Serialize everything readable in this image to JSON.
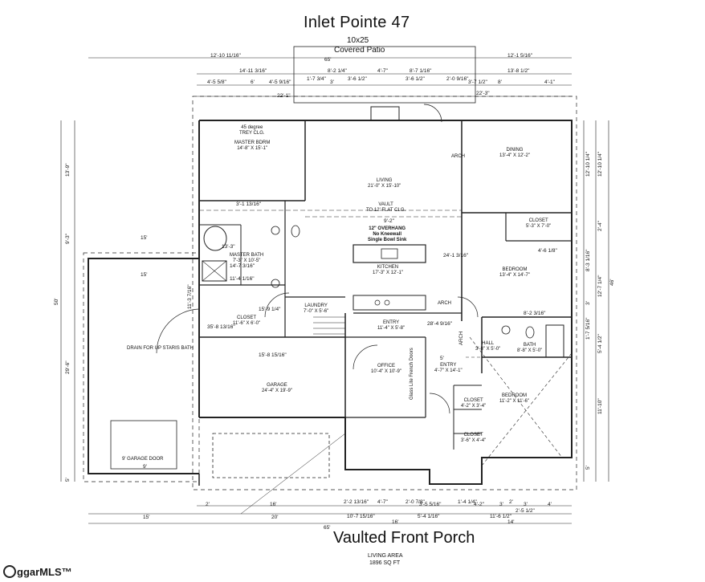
{
  "header": {
    "title": "Inlet Pointe 47",
    "patio_size": "10x25",
    "patio_label": "Covered Patio"
  },
  "footer": {
    "porch_label": "Vaulted Front Porch",
    "living_area_label": "LIVING AREA",
    "living_area_value": "1896 SQ FT",
    "logo_text": "ggarMLS™"
  },
  "rooms": {
    "master_bdrm": "MASTER BDRM",
    "master_bdrm_size": "14'-8\" X 15'-1\"",
    "trey": "45 degree",
    "trey2": "TREY CLG.",
    "living": "LIVING",
    "living_size": "21'-0\" X 15'-10\"",
    "vault": "VAULT",
    "vault2": "TO 12' FLAT CLG.",
    "dining": "DINING",
    "dining_size": "13'-4\" X 12'-2\"",
    "overhang1": "12\" OVERHANG",
    "overhang2": "No Kneewall",
    "overhang3": "Single Bowl Sink",
    "kitchen": "KITCHEN",
    "kitchen_size": "17'-3\" X 12'-1\"",
    "master_bath": "MASTER BATH",
    "master_bath_size": "7'-3\" X 10'-5\"",
    "closet_master": "CLOSET",
    "closet_master_size": "11'-6\" X 6'-0\"",
    "laundry": "LAUNDRY",
    "laundry_size": "7'-0\" X 5'-6\"",
    "entry1": "ENTRY",
    "entry1_size": "11'-4\" X 5'-8\"",
    "arch1": "ARCH",
    "arch2": "ARCH",
    "arch3": "ARCH",
    "closet_bed": "CLOSET",
    "closet_bed_size": "5'-3\" X 7'-0\"",
    "bedroom1": "BEDROOM",
    "bedroom1_size": "13'-4\" X 14'-7\"",
    "hall": "HALL",
    "hall_size": "3'-8\" X 5'-0\"",
    "bath": "BATH",
    "bath_size": "8'-8\" X 5'-0\"",
    "drain": "DRAIN FOR UP STARIS BATH",
    "garage": "GARAGE",
    "garage_size": "24'-4\" X 19'-9\"",
    "garage_door": "9' GARAGE DOOR",
    "office": "OFFICE",
    "office_size": "10'-4\" X 10'-9\"",
    "glass_doors": "Glass Lite French Doors",
    "entry2": "ENTRY",
    "entry2_size": "4'-7\" X 14'-1\"",
    "bedroom2": "BEDROOM",
    "bedroom2_size": "11'-2\" X 11'-6\"",
    "closet2": "CLOSET",
    "closet2_size": "4'-2\" X 3'-4\"",
    "closet3": "CLOSET",
    "closet3_size": "3'-6\" X 4'-4\""
  },
  "dimensions": {
    "top": [
      "12'-10 11/16\"",
      "65'",
      "12'-1 5/16\"",
      "14'-11 3/16\"",
      "8'-2 1/4\"",
      "4'-7\"",
      "8'-7 1/16\"",
      "13'-8 1/2\"",
      "4'-5 5/8\"",
      "6'",
      "4'-5 9/16\"",
      "1'-7 3/4\"",
      "3'",
      "3'-6 1/2\"",
      "3'-6 1/2\"",
      "2'-0 9/16\"",
      "3'-7 1/2\"",
      "8'",
      "4'-1\"",
      "22'-1\"",
      "22'-3\""
    ],
    "bottom": [
      "2'",
      "16'",
      "2'-2 13/16\"",
      "4'-7\"",
      "2'-0 7/8\"",
      "3'-5 5/16\"",
      "1'-4 1/4\"",
      "4'-2\"",
      "3'",
      "2'",
      "3'",
      "4'",
      "10'-7 15/16\"",
      "5'-4 1/16\"",
      "11'-6 1/2\"",
      "2'-5 1/2\"",
      "15'",
      "20'",
      "16'",
      "14'",
      "65'"
    ],
    "interior": [
      "15'",
      "15'",
      "13'-3\"",
      "14'-7 3/16\"",
      "11'-4 1/16\"",
      "15'-9 1/4\"",
      "35'-8 13/16\"",
      "15'-8 15/16\"",
      "28'-4 9/16\"",
      "24'-1 3/16\"",
      "8'-2 3/16\"",
      "4'-6 1/8\"",
      "5'",
      "9'",
      "3'-1 13/16\"",
      "9'-2\""
    ],
    "left": [
      "13'-9\"",
      "9'-3\"",
      "50'",
      "29'-6\"",
      "11'-3 7/16\"",
      "5'"
    ],
    "right": [
      "12'-10 1/4\"",
      "12'-10 1/4\"",
      "2'-4\"",
      "8'-3 1/16\"",
      "12'-7 1/4\"",
      "46'",
      "3'",
      "1'-7 5/16\"",
      "5'-4 1/2\"",
      "11'-10\"",
      "5'"
    ]
  }
}
